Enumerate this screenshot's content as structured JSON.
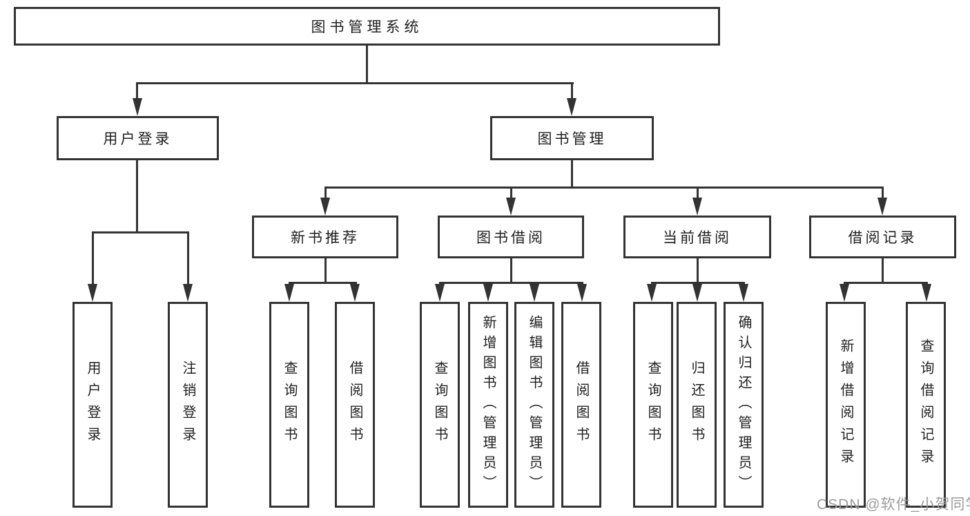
{
  "page": {
    "background": "#ffffff",
    "watermark": "CSDN @软件_小贺同学"
  },
  "diagram": {
    "root": {
      "label": "图书管理系统"
    },
    "level2": [
      {
        "label": "用户登录",
        "children": [
          {
            "label": "用户登录"
          },
          {
            "label": "注销登录"
          }
        ]
      },
      {
        "label": "图书管理"
      }
    ],
    "modules": [
      {
        "label": "新书推荐",
        "children": [
          {
            "label": "查询图书"
          },
          {
            "label": "借阅图书"
          }
        ]
      },
      {
        "label": "图书借阅",
        "children": [
          {
            "label": "查询图书"
          },
          {
            "label": "新增图书（管理员）"
          },
          {
            "label": "编辑图书（管理员）"
          },
          {
            "label": "借阅图书"
          }
        ]
      },
      {
        "label": "当前借阅",
        "children": [
          {
            "label": "查询图书"
          },
          {
            "label": "归还图书"
          },
          {
            "label": "确认归还（管理员）"
          }
        ]
      },
      {
        "label": "借阅记录",
        "children": [
          {
            "label": "新增借阅记录"
          },
          {
            "label": "查询借阅记录"
          }
        ]
      }
    ],
    "colors": {
      "line": "#333333",
      "text": "#1f1f1f",
      "watermark": "#9c9c9c"
    }
  }
}
